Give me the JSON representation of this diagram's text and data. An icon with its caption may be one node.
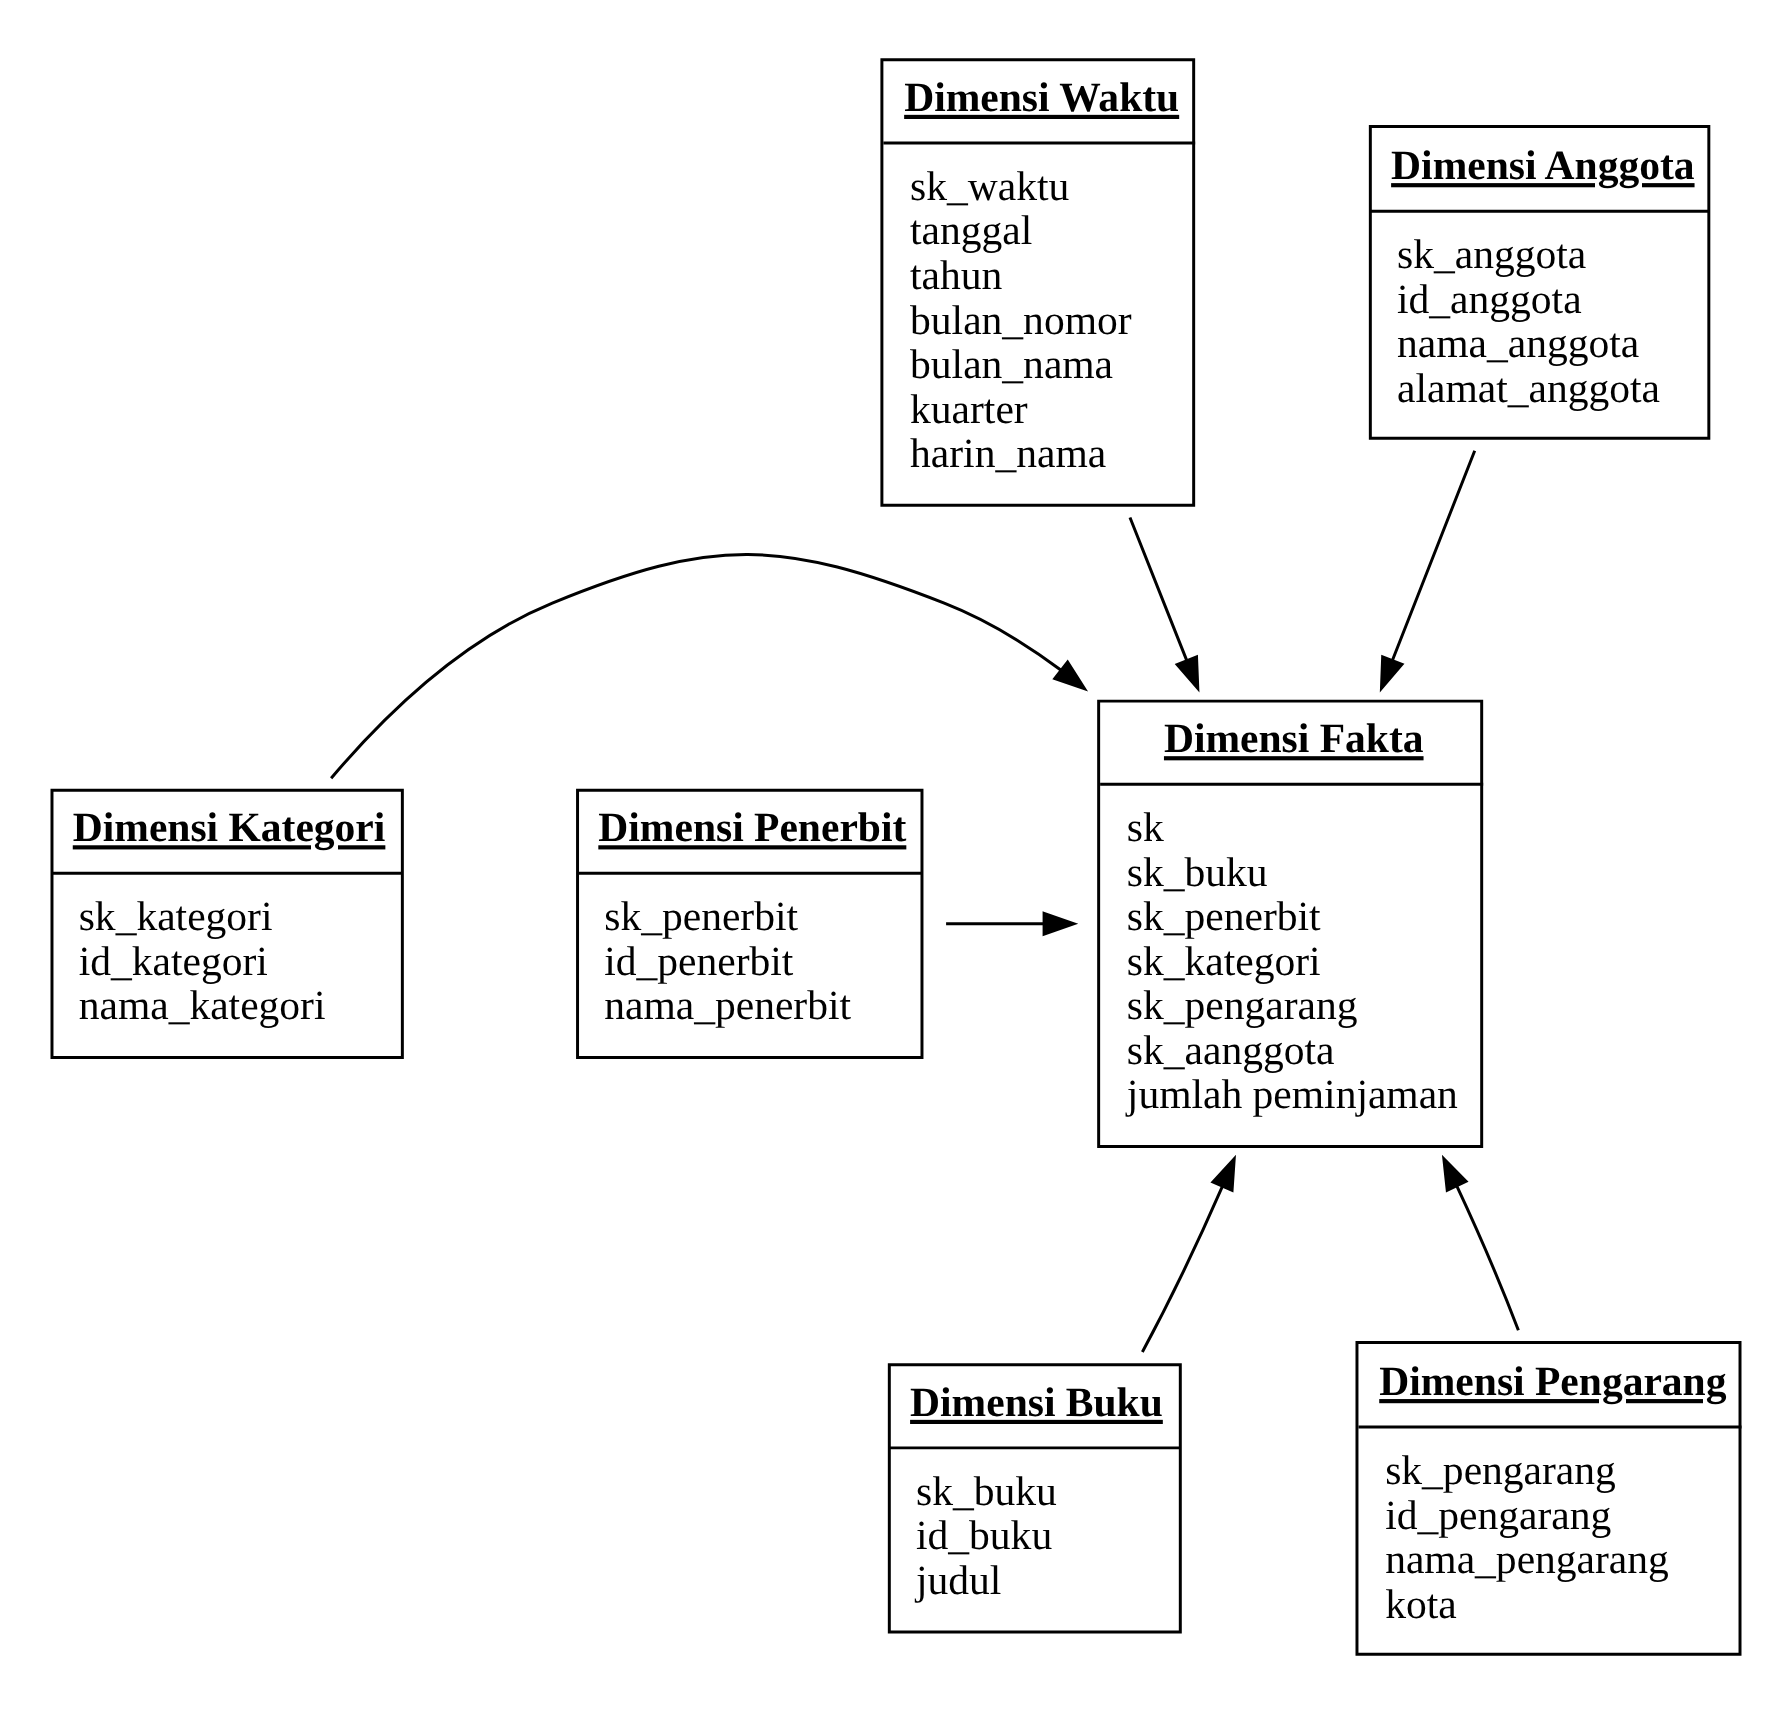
{
  "diagram": {
    "nodes": [
      {
        "text": [
          "Dimensi Waktu",
          "sk_waktu",
          "tanggal",
          "tahun",
          "bulan_nomor",
          "bulan_nama",
          "kuarter",
          "harin_nama"
        ]
      },
      {
        "text": [
          "Dimensi Anggota",
          "sk_anggota",
          "id_anggota",
          "nama_anggota",
          "alamat_anggota"
        ]
      },
      {
        "text": [
          "Dimensi Kategori",
          "sk_kategori",
          "id_kategori",
          "nama_kategori"
        ]
      },
      {
        "text": [
          "Dimensi Fakta",
          "sk",
          "sk_buku",
          "sk_penerbit",
          "sk_kategori",
          "sk_pengarang",
          "sk_aanggota",
          "jumlah peminjaman"
        ]
      },
      {
        "text": [
          "Dimensi Penerbit",
          "sk_penerbit",
          "id_penerbit",
          "nama_penerbit"
        ]
      },
      {
        "text": [
          "Dimensi Buku",
          "sk_buku",
          "id_buku",
          "judul"
        ]
      },
      {
        "text": [
          "Dimensi Pengarang",
          "sk_pengarang",
          "id_pengarang",
          "nama_pengarang",
          "kota"
        ]
      }
    ],
    "edges": [
      {
        "from": 1,
        "to": 3,
        "arrow": "to"
      },
      {
        "from": 0,
        "to": 3,
        "arrow": "to"
      },
      {
        "from": 2,
        "to": 3,
        "arrow": "to"
      },
      {
        "from": 4,
        "to": 3,
        "arrow": "to"
      },
      {
        "from": 5,
        "to": 3,
        "arrow": "to"
      },
      {
        "from": 6,
        "to": 3,
        "arrow": "to"
      }
    ]
  }
}
